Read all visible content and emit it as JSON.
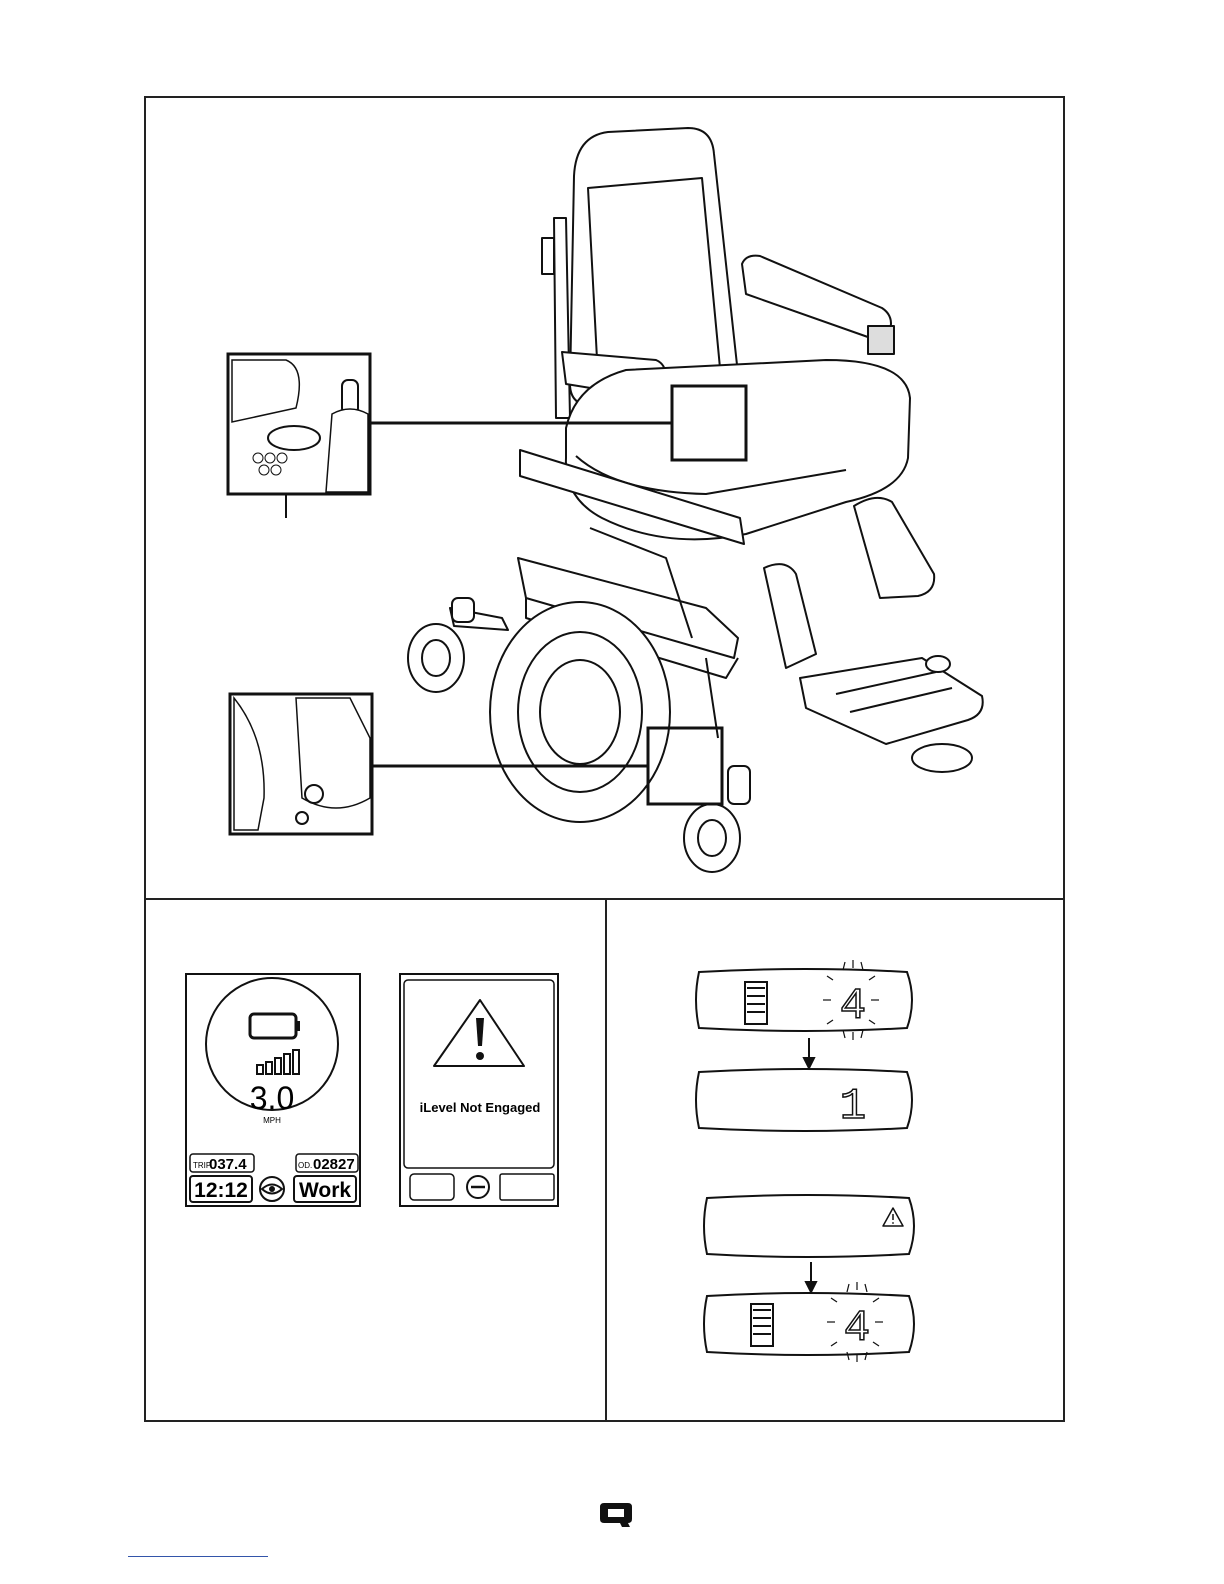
{
  "figure": {
    "wheelchair": "power wheelchair with inset callouts",
    "callout_joystick_icon": "joystick-detail-icon",
    "callout_base_icon": "base-detail-icon"
  },
  "display_color": {
    "ui": {
      "trip_label": "TRIP",
      "trip_value": "037.4",
      "odo_label": "OD.",
      "odo_value": "02827",
      "speed": "3.0",
      "speed_unit": "MPH",
      "clock": "12:12",
      "mode": "Work",
      "battery_icon": "battery-icon",
      "eye_icon": "eye-icon"
    },
    "warning": {
      "message": "iLevel Not Engaged",
      "warning_icon": "warning-triangle-icon",
      "minus_icon": "minus-icon"
    }
  },
  "display_lcd": {
    "first_speed_digit": "4",
    "second_speed_digit": "1",
    "third_speed_digit": "4",
    "warning_icon": "small-warning-icon"
  },
  "footer": {
    "logo_icon": "q-logo-icon"
  }
}
